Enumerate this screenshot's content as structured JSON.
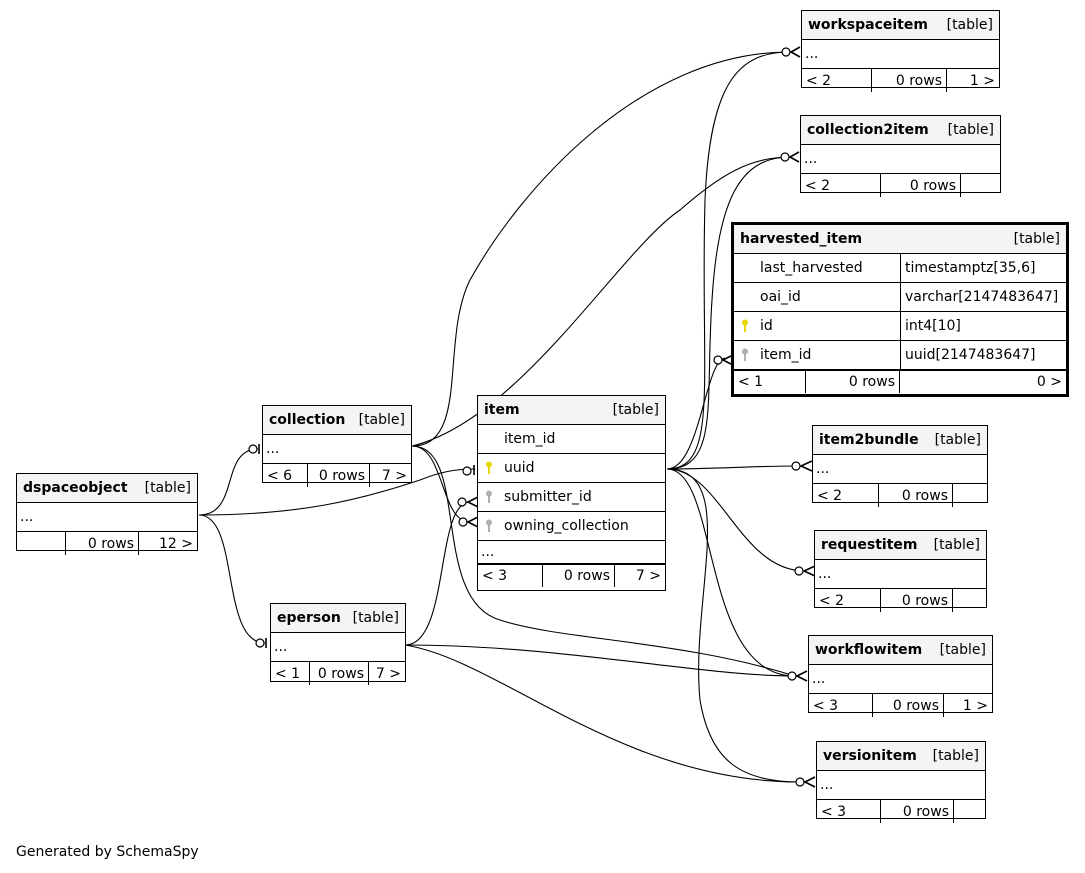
{
  "tables": {
    "workspaceitem": {
      "name": "workspaceitem",
      "type": "[table]",
      "ellipsis": "...",
      "parents": "< 2",
      "rows": "0 rows",
      "children": "1 >"
    },
    "collection2item": {
      "name": "collection2item",
      "type": "[table]",
      "ellipsis": "...",
      "parents": "< 2",
      "rows": "0 rows",
      "children": ""
    },
    "harvested_item": {
      "name": "harvested_item",
      "type": "[table]",
      "columns": [
        {
          "name": "last_harvested",
          "type": "timestamptz[35,6]",
          "key": "none"
        },
        {
          "name": "oai_id",
          "type": "varchar[2147483647]",
          "key": "none"
        },
        {
          "name": "id",
          "type": "int4[10]",
          "key": "primary"
        },
        {
          "name": "item_id",
          "type": "uuid[2147483647]",
          "key": "foreign"
        }
      ],
      "parents": "< 1",
      "rows": "0 rows",
      "children": "0 >"
    },
    "collection": {
      "name": "collection",
      "type": "[table]",
      "ellipsis": "...",
      "parents": "< 6",
      "rows": "0 rows",
      "children": "7 >"
    },
    "item": {
      "name": "item",
      "type": "[table]",
      "columns": [
        {
          "name": "item_id",
          "key": "none"
        },
        {
          "name": "uuid",
          "key": "primary"
        },
        {
          "name": "submitter_id",
          "key": "foreign"
        },
        {
          "name": "owning_collection",
          "key": "foreign"
        }
      ],
      "ellipsis": "...",
      "parents": "< 3",
      "rows": "0 rows",
      "children": "7 >"
    },
    "item2bundle": {
      "name": "item2bundle",
      "type": "[table]",
      "ellipsis": "...",
      "parents": "< 2",
      "rows": "0 rows",
      "children": ""
    },
    "dspaceobject": {
      "name": "dspaceobject",
      "type": "[table]",
      "ellipsis": "...",
      "parents": "",
      "rows": "0 rows",
      "children": "12 >"
    },
    "requestitem": {
      "name": "requestitem",
      "type": "[table]",
      "ellipsis": "...",
      "parents": "< 2",
      "rows": "0 rows",
      "children": ""
    },
    "eperson": {
      "name": "eperson",
      "type": "[table]",
      "ellipsis": "...",
      "parents": "< 1",
      "rows": "0 rows",
      "children": "7 >"
    },
    "workflowitem": {
      "name": "workflowitem",
      "type": "[table]",
      "ellipsis": "...",
      "parents": "< 3",
      "rows": "0 rows",
      "children": "1 >"
    },
    "versionitem": {
      "name": "versionitem",
      "type": "[table]",
      "ellipsis": "...",
      "parents": "< 3",
      "rows": "0 rows",
      "children": ""
    }
  },
  "colors": {
    "primary_key": "#e6d800",
    "foreign_key": "#b0b0b0",
    "line": "#000000",
    "header_bg": "#f4f4f4"
  },
  "footer": "Generated by SchemaSpy"
}
